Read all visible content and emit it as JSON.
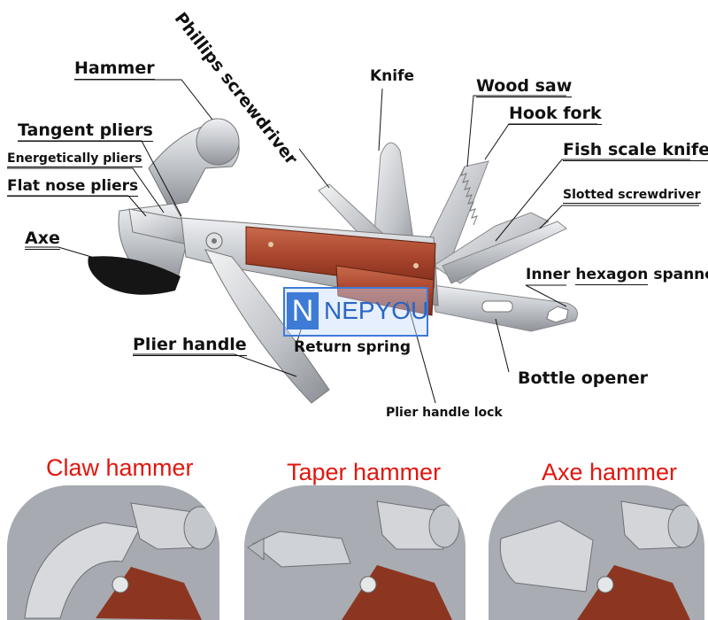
{
  "labels": {
    "hammer": "Hammer",
    "phillips": "Phillips screwdriver",
    "knife": "Knife",
    "wood_saw": "Wood saw",
    "hook_fork": "Hook fork",
    "tangent_pliers": "Tangent pliers",
    "energetically_pliers": "Energetically pliers",
    "fish_scale_knife": "Fish scale knife",
    "flat_nose_pliers": "Flat nose pliers",
    "slotted_screwdriver": "Slotted screwdriver",
    "axe": "Axe",
    "inner_hexagon_prefix": "Inner ",
    "inner_hexagon_word": "hexagon",
    "inner_hexagon_suffix": " spanner",
    "plier_handle": "Plier handle",
    "return_spring": "Return spring",
    "bottle_opener": "Bottle opener",
    "plier_handle_lock": "Plier handle lock"
  },
  "watermark": {
    "letter": "N",
    "text": "NEPYOU"
  },
  "variants": [
    {
      "name": "Claw hammer"
    },
    {
      "name": "Taper hammer"
    },
    {
      "name": "Axe hammer"
    }
  ],
  "colors": {
    "variant_label": "#e0170f",
    "wood": "#a8442c",
    "steel": "#c9cbcf",
    "watermark": "#3d7bd6"
  }
}
